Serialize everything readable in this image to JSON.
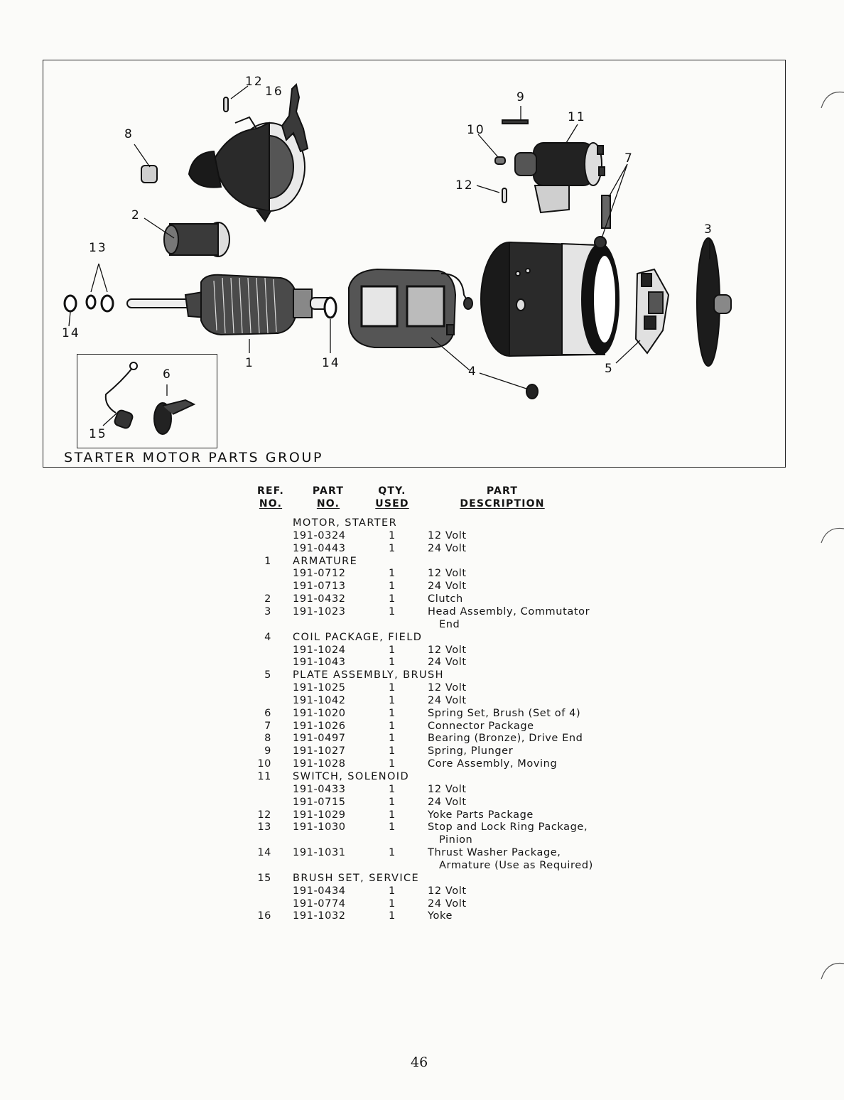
{
  "diagram": {
    "caption": "STARTER MOTOR PARTS GROUP",
    "callouts": [
      "12",
      "16",
      "8",
      "2",
      "13",
      "14",
      "9",
      "10",
      "11",
      "12",
      "7",
      "3",
      "1",
      "14",
      "4",
      "5",
      "6",
      "15"
    ]
  },
  "table": {
    "headers": {
      "ref": [
        "REF.",
        "NO."
      ],
      "part": [
        "PART",
        "NO."
      ],
      "qty": [
        "QTY.",
        "USED"
      ],
      "desc": [
        "PART",
        "DESCRIPTION"
      ]
    },
    "rows": [
      {
        "type": "group",
        "ref": "",
        "label": "MOTOR, STARTER"
      },
      {
        "type": "item",
        "ref": "",
        "part_no": "191-0324",
        "qty": "1",
        "desc": "12 Volt"
      },
      {
        "type": "item",
        "ref": "",
        "part_no": "191-0443",
        "qty": "1",
        "desc": "24 Volt"
      },
      {
        "type": "group",
        "ref": "1",
        "label": "ARMATURE"
      },
      {
        "type": "item",
        "ref": "",
        "part_no": "191-0712",
        "qty": "1",
        "desc": "12 Volt"
      },
      {
        "type": "item",
        "ref": "",
        "part_no": "191-0713",
        "qty": "1",
        "desc": "24 Volt"
      },
      {
        "type": "item",
        "ref": "2",
        "part_no": "191-0432",
        "qty": "1",
        "desc": "Clutch"
      },
      {
        "type": "item",
        "ref": "3",
        "part_no": "191-1023",
        "qty": "1",
        "desc": "Head Assembly, Commutator"
      },
      {
        "type": "cont",
        "desc": "End"
      },
      {
        "type": "group",
        "ref": "4",
        "label": "COIL PACKAGE, FIELD"
      },
      {
        "type": "item",
        "ref": "",
        "part_no": "191-1024",
        "qty": "1",
        "desc": "12 Volt"
      },
      {
        "type": "item",
        "ref": "",
        "part_no": "191-1043",
        "qty": "1",
        "desc": "24 Volt"
      },
      {
        "type": "group",
        "ref": "5",
        "label": "PLATE ASSEMBLY, BRUSH"
      },
      {
        "type": "item",
        "ref": "",
        "part_no": "191-1025",
        "qty": "1",
        "desc": "12 Volt"
      },
      {
        "type": "item",
        "ref": "",
        "part_no": "191-1042",
        "qty": "1",
        "desc": "24 Volt"
      },
      {
        "type": "item",
        "ref": "6",
        "part_no": "191-1020",
        "qty": "1",
        "desc": "Spring Set, Brush (Set of 4)"
      },
      {
        "type": "item",
        "ref": "7",
        "part_no": "191-1026",
        "qty": "1",
        "desc": "Connector Package"
      },
      {
        "type": "item",
        "ref": "8",
        "part_no": "191-0497",
        "qty": "1",
        "desc": "Bearing (Bronze), Drive End"
      },
      {
        "type": "item",
        "ref": "9",
        "part_no": "191-1027",
        "qty": "1",
        "desc": "Spring, Plunger"
      },
      {
        "type": "item",
        "ref": "10",
        "part_no": "191-1028",
        "qty": "1",
        "desc": "Core Assembly, Moving"
      },
      {
        "type": "group",
        "ref": "11",
        "label": "SWITCH, SOLENOID"
      },
      {
        "type": "item",
        "ref": "",
        "part_no": "191-0433",
        "qty": "1",
        "desc": "12 Volt"
      },
      {
        "type": "item",
        "ref": "",
        "part_no": "191-0715",
        "qty": "1",
        "desc": "24 Volt"
      },
      {
        "type": "item",
        "ref": "12",
        "part_no": "191-1029",
        "qty": "1",
        "desc": "Yoke Parts Package"
      },
      {
        "type": "item",
        "ref": "13",
        "part_no": "191-1030",
        "qty": "1",
        "desc": "Stop and Lock Ring Package,"
      },
      {
        "type": "cont",
        "desc": "Pinion"
      },
      {
        "type": "item",
        "ref": "14",
        "part_no": "191-1031",
        "qty": "1",
        "desc": "Thrust Washer Package,"
      },
      {
        "type": "cont",
        "desc": "Armature (Use as Required)"
      },
      {
        "type": "group",
        "ref": "15",
        "label": "BRUSH SET, SERVICE"
      },
      {
        "type": "item",
        "ref": "",
        "part_no": "191-0434",
        "qty": "1",
        "desc": "12 Volt"
      },
      {
        "type": "item",
        "ref": "",
        "part_no": "191-0774",
        "qty": "1",
        "desc": "24 Volt"
      },
      {
        "type": "item",
        "ref": "16",
        "part_no": "191-1032",
        "qty": "1",
        "desc": "Yoke"
      }
    ]
  },
  "page_number": "46"
}
